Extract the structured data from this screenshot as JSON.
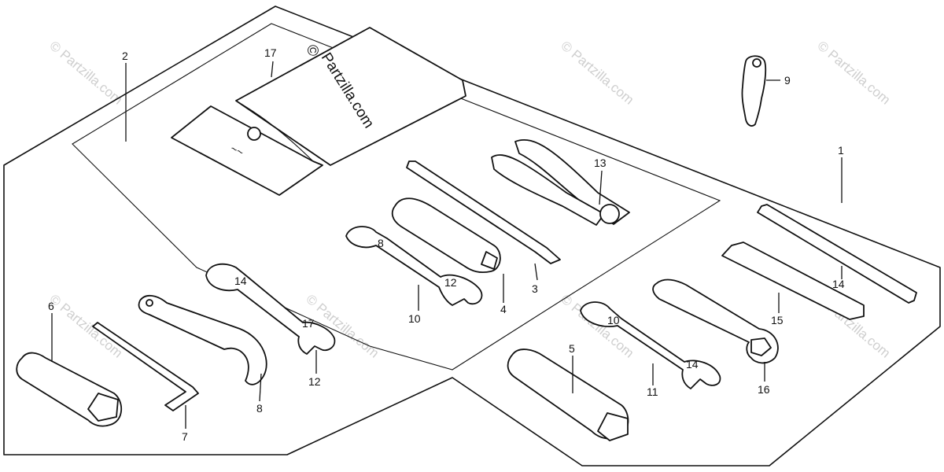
{
  "watermark": {
    "main_symbol": "©",
    "main_text": "Partzilla.com",
    "tile_text": "© Partzilla.com"
  },
  "callouts": {
    "p1": "1",
    "p2": "2",
    "p3": "3",
    "p4": "4",
    "p5": "5",
    "p6": "6",
    "p7": "7",
    "p8": "8",
    "p9": "9",
    "p10": "10",
    "p11": "11",
    "p12": "12",
    "p13": "13",
    "p14": "14",
    "p15": "15",
    "p16": "16",
    "p17": "17"
  },
  "parts": {
    "tool_bag_mark": "~~",
    "wrench_10_size": "8",
    "wrench_10_size_b": "12",
    "wrench_12_size": "14",
    "wrench_12_size_b": "17",
    "wrench_11_size": "10",
    "wrench_11_size_b": "14"
  }
}
